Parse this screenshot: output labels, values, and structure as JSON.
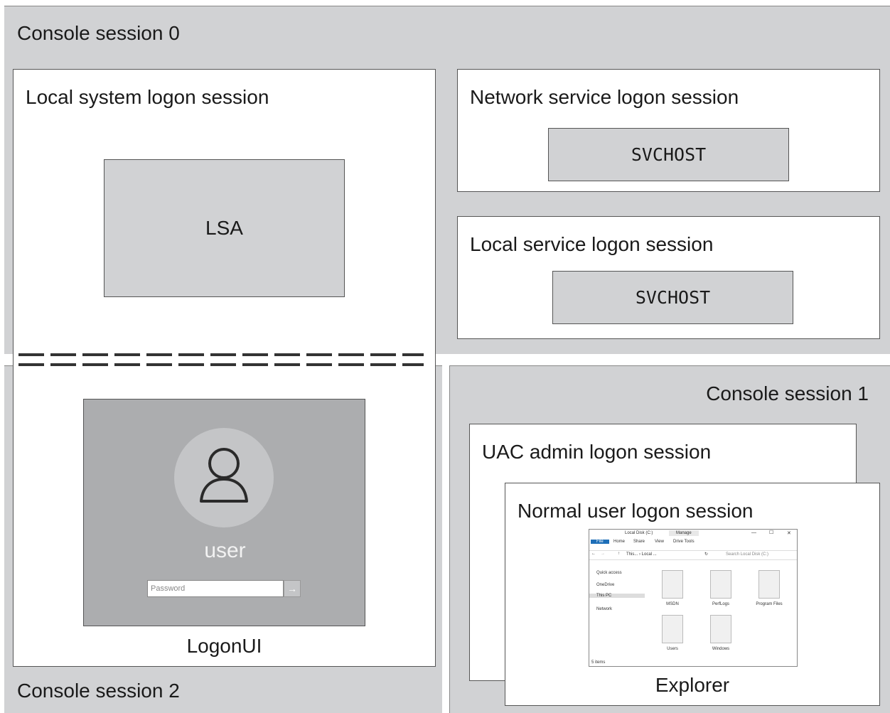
{
  "session0": {
    "title": "Console session 0"
  },
  "local_system": {
    "title": "Local system logon session",
    "process": "LSA"
  },
  "network_service": {
    "title": "Network service logon session",
    "process": "SVCHOST"
  },
  "local_service": {
    "title": "Local service logon session",
    "process": "SVCHOST"
  },
  "logonui": {
    "user_name": "user",
    "password_placeholder": "Password",
    "arrow_glyph": "→",
    "caption": "LogonUI"
  },
  "session2": {
    "title": "Console session 2"
  },
  "session1": {
    "title": "Console session 1"
  },
  "uac_admin": {
    "title": "UAC admin logon session"
  },
  "normal_user": {
    "title": "Normal user logon session",
    "caption": "Explorer"
  },
  "explorer": {
    "window_title": "Local Disk (C:)",
    "manage_tab": "Manage",
    "ribbon_tabs": [
      "File",
      "Home",
      "Share",
      "View",
      "Drive Tools"
    ],
    "address": "This... › Local ...",
    "search_placeholder": "Search Local Disk (C:)",
    "nav_items": [
      "Quick access",
      "OneDrive",
      "This PC",
      "Network"
    ],
    "folders": [
      "MSDN",
      "PerfLogs",
      "Program Files",
      "Users",
      "Windows"
    ],
    "status": "5 items",
    "min_glyph": "—",
    "max_glyph": "☐",
    "close_glyph": "✕"
  }
}
